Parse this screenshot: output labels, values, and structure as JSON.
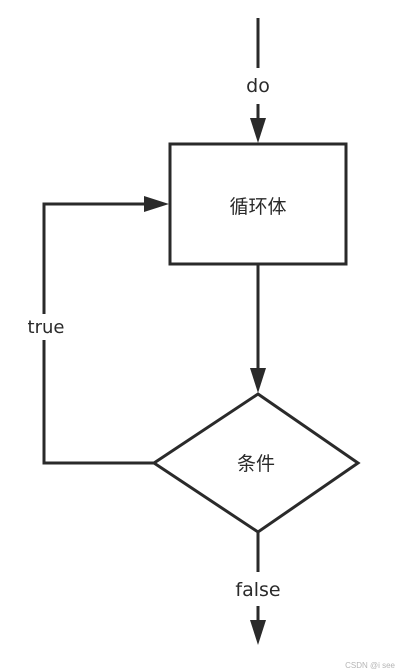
{
  "diagram": {
    "entry_label": "do",
    "loop_body": "循环体",
    "condition": "条件",
    "true_label": "true",
    "false_label": "false"
  },
  "watermark": "CSDN @i see",
  "colors": {
    "stroke": "#2a2a2a",
    "background": "#ffffff"
  }
}
